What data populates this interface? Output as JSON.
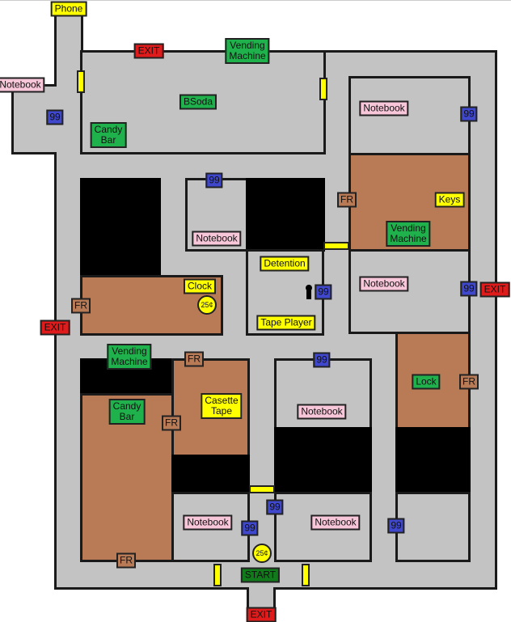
{
  "markers": [
    {
      "text": "Phone",
      "kind": "item"
    },
    {
      "text": "EXIT",
      "kind": "exit"
    },
    {
      "text": "Vending\nMachine",
      "kind": "vending"
    },
    {
      "text": "Notebook",
      "kind": "notebook"
    },
    {
      "text": "99",
      "kind": "door-lock"
    },
    {
      "text": "BSoda",
      "kind": "item"
    },
    {
      "text": "Candy\nBar",
      "kind": "item"
    },
    {
      "text": "Notebook",
      "kind": "notebook"
    },
    {
      "text": "99",
      "kind": "door-lock"
    },
    {
      "text": "99",
      "kind": "door-lock"
    },
    {
      "text": "Notebook",
      "kind": "notebook"
    },
    {
      "text": "FR",
      "kind": "faculty-room"
    },
    {
      "text": "Keys",
      "kind": "item"
    },
    {
      "text": "Vending\nMachine",
      "kind": "vending"
    },
    {
      "text": "Detention",
      "kind": "item"
    },
    {
      "text": "99",
      "kind": "door-lock"
    },
    {
      "text": "Tape Player",
      "kind": "item"
    },
    {
      "text": "Notebook",
      "kind": "notebook"
    },
    {
      "text": "99",
      "kind": "door-lock"
    },
    {
      "text": "EXIT",
      "kind": "exit"
    },
    {
      "text": "Clock",
      "kind": "item"
    },
    {
      "text": "25¢",
      "kind": "coin"
    },
    {
      "text": "FR",
      "kind": "faculty-room"
    },
    {
      "text": "EXIT",
      "kind": "exit"
    },
    {
      "text": "Vending\nMachine",
      "kind": "vending"
    },
    {
      "text": "FR",
      "kind": "faculty-room"
    },
    {
      "text": "Candy\nBar",
      "kind": "item"
    },
    {
      "text": "Casette\nTape",
      "kind": "item"
    },
    {
      "text": "FR",
      "kind": "faculty-room"
    },
    {
      "text": "Notebook",
      "kind": "notebook"
    },
    {
      "text": "Lock",
      "kind": "item"
    },
    {
      "text": "FR",
      "kind": "faculty-room"
    },
    {
      "text": "99",
      "kind": "door-lock"
    },
    {
      "text": "Notebook",
      "kind": "notebook"
    },
    {
      "text": "99",
      "kind": "door-lock"
    },
    {
      "text": "99",
      "kind": "door-lock"
    },
    {
      "text": "Notebook",
      "kind": "notebook"
    },
    {
      "text": "99",
      "kind": "door-lock"
    },
    {
      "text": "25¢",
      "kind": "coin"
    },
    {
      "text": "FR",
      "kind": "faculty-room"
    },
    {
      "text": "START",
      "kind": "start"
    },
    {
      "text": "EXIT",
      "kind": "exit"
    }
  ],
  "colors": {
    "floor": "#c3c3c3",
    "wall": "#1a1a1a",
    "faculty": "#b97a56",
    "exit": "#e01b1b",
    "vending": "#1fb14c",
    "notebook": "#f7c6d9",
    "lock": "#3f48cc",
    "item": "#ffff00",
    "start": "#117a1a"
  }
}
